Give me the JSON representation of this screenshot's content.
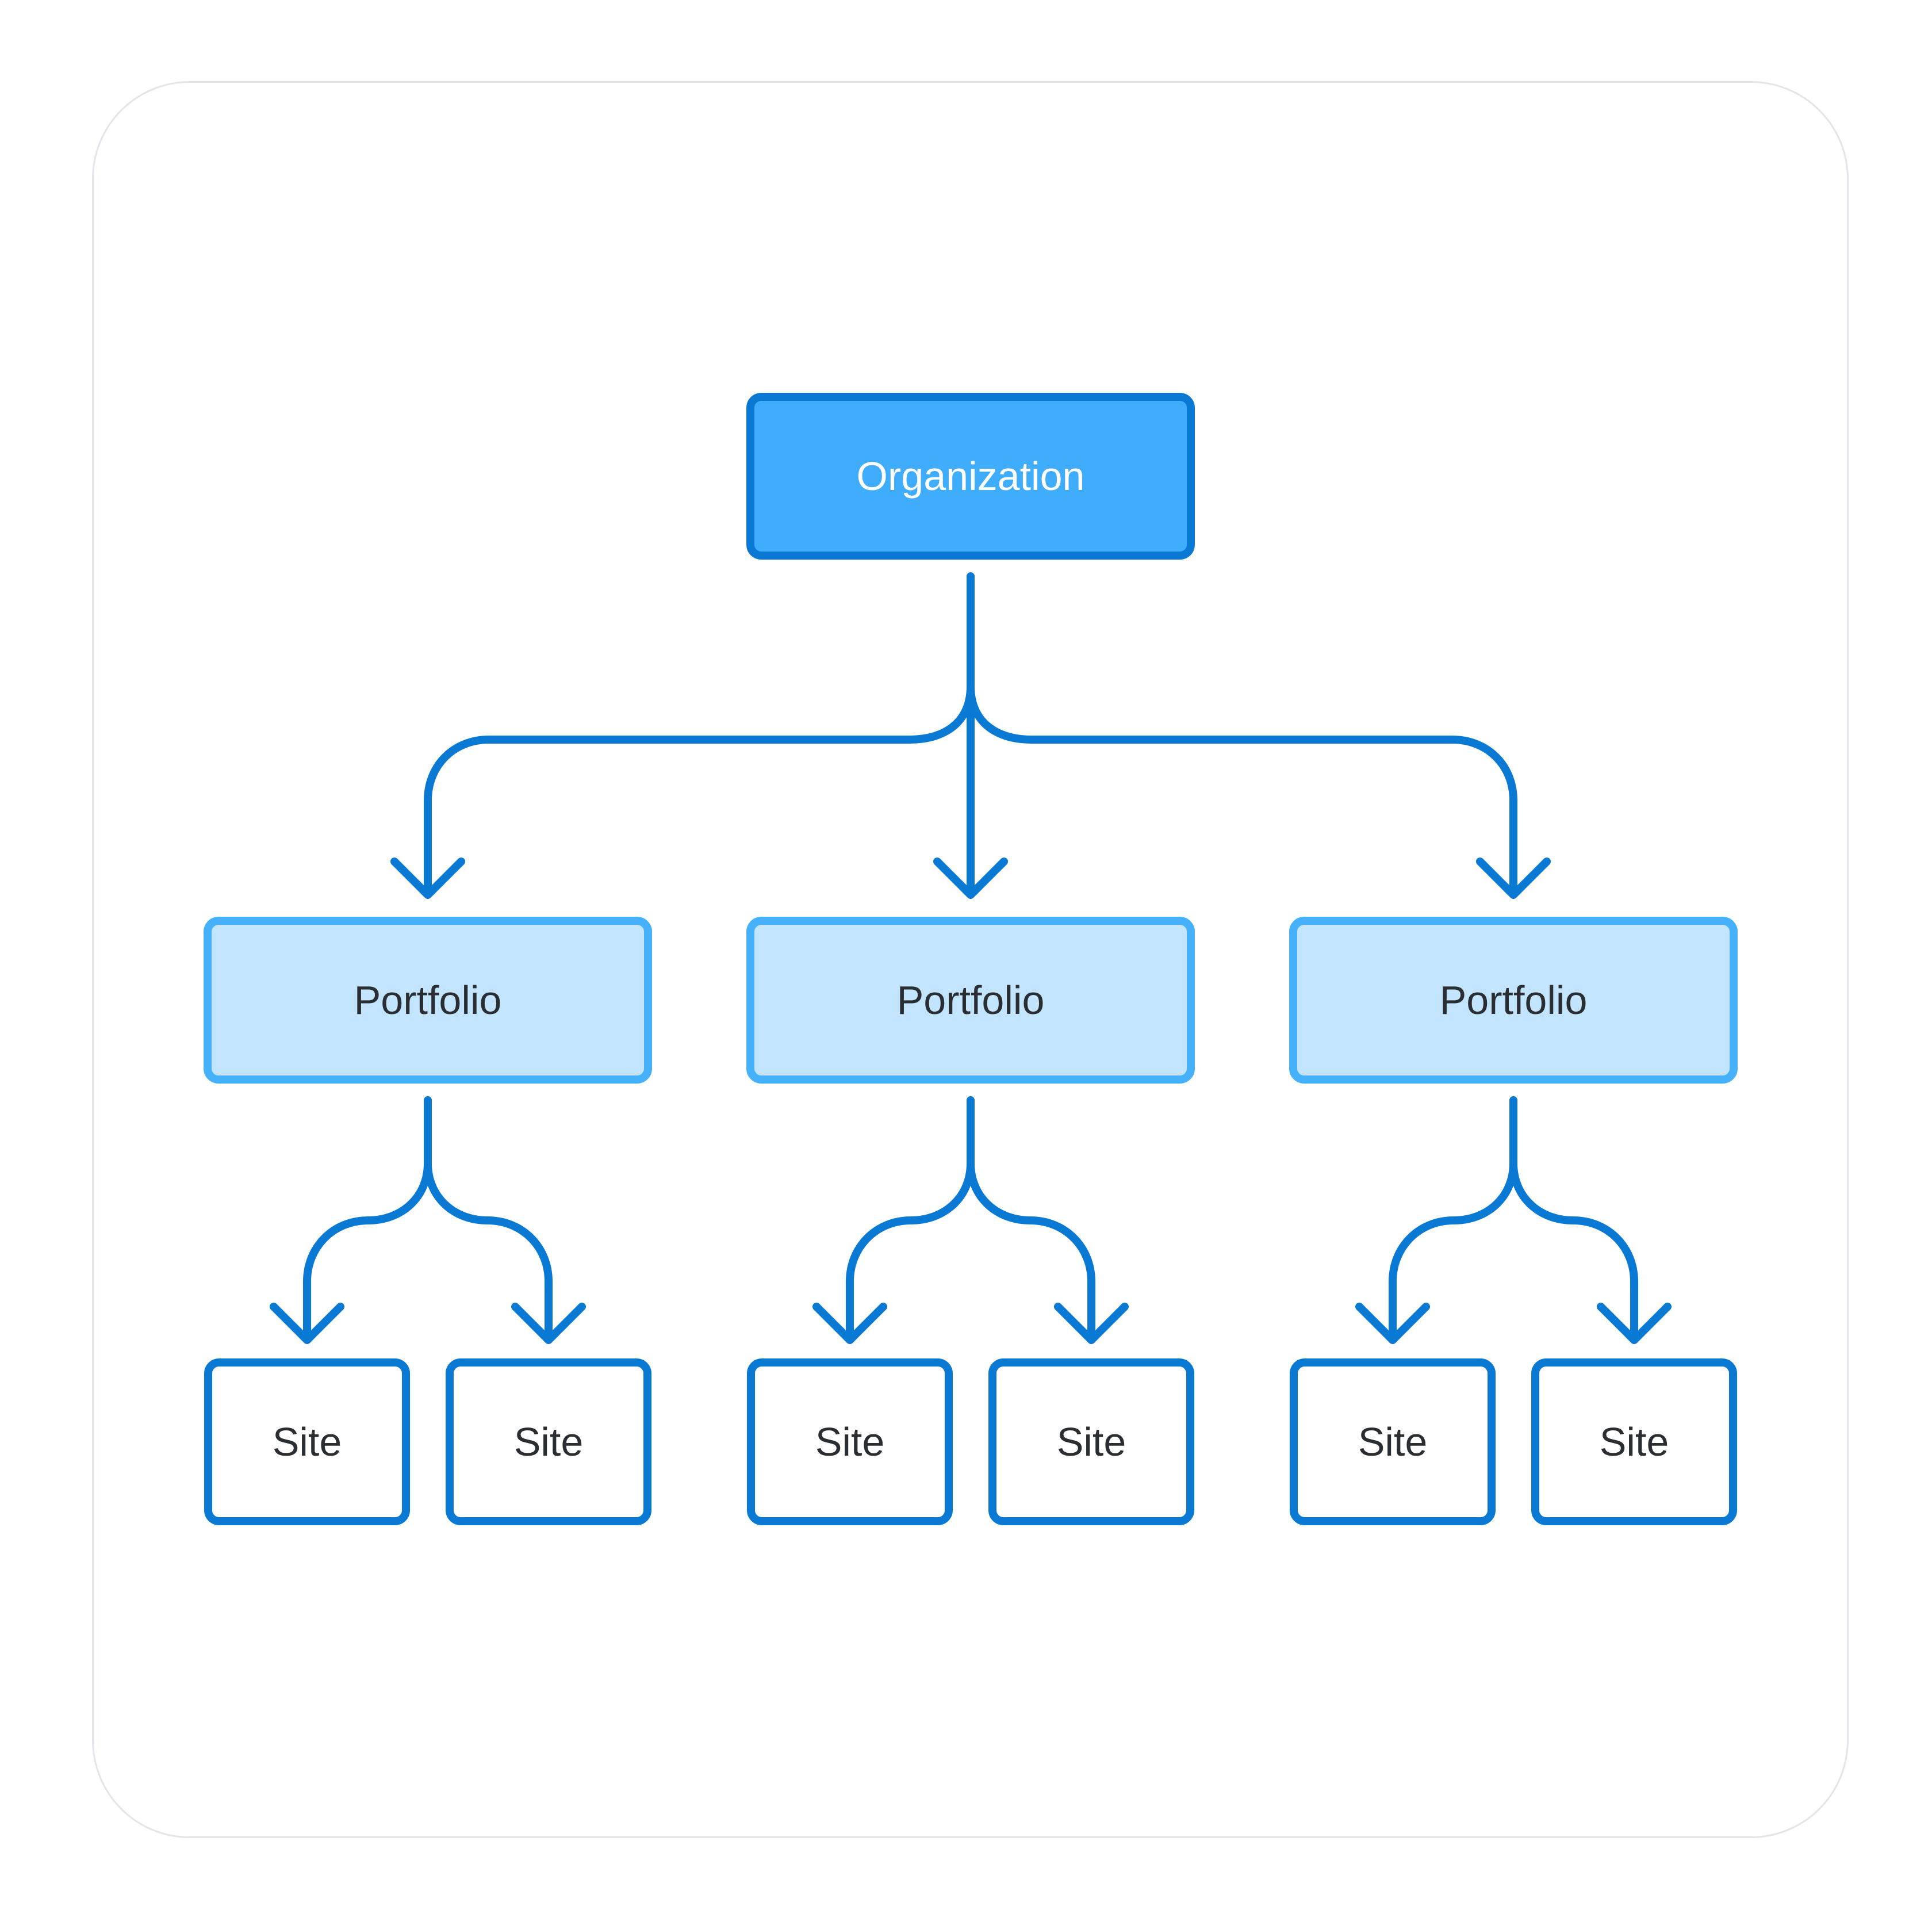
{
  "diagram": {
    "root": {
      "label": "Organization"
    },
    "portfolios": [
      {
        "label": "Portfolio",
        "sites": [
          {
            "label": "Site"
          },
          {
            "label": "Site"
          }
        ]
      },
      {
        "label": "Portfolio",
        "sites": [
          {
            "label": "Site"
          },
          {
            "label": "Site"
          }
        ]
      },
      {
        "label": "Portfolio",
        "sites": [
          {
            "label": "Site"
          },
          {
            "label": "Site"
          }
        ]
      }
    ]
  },
  "colors": {
    "connector": "#0a79d4",
    "root_fill": "#3fadfc",
    "root_border": "#0a79d4",
    "portfolio_fill": "#c2e4fd",
    "portfolio_border": "#46b1fb",
    "site_fill": "#ffffff",
    "site_border": "#0a79d4",
    "card_border": "#e2e5ea"
  }
}
